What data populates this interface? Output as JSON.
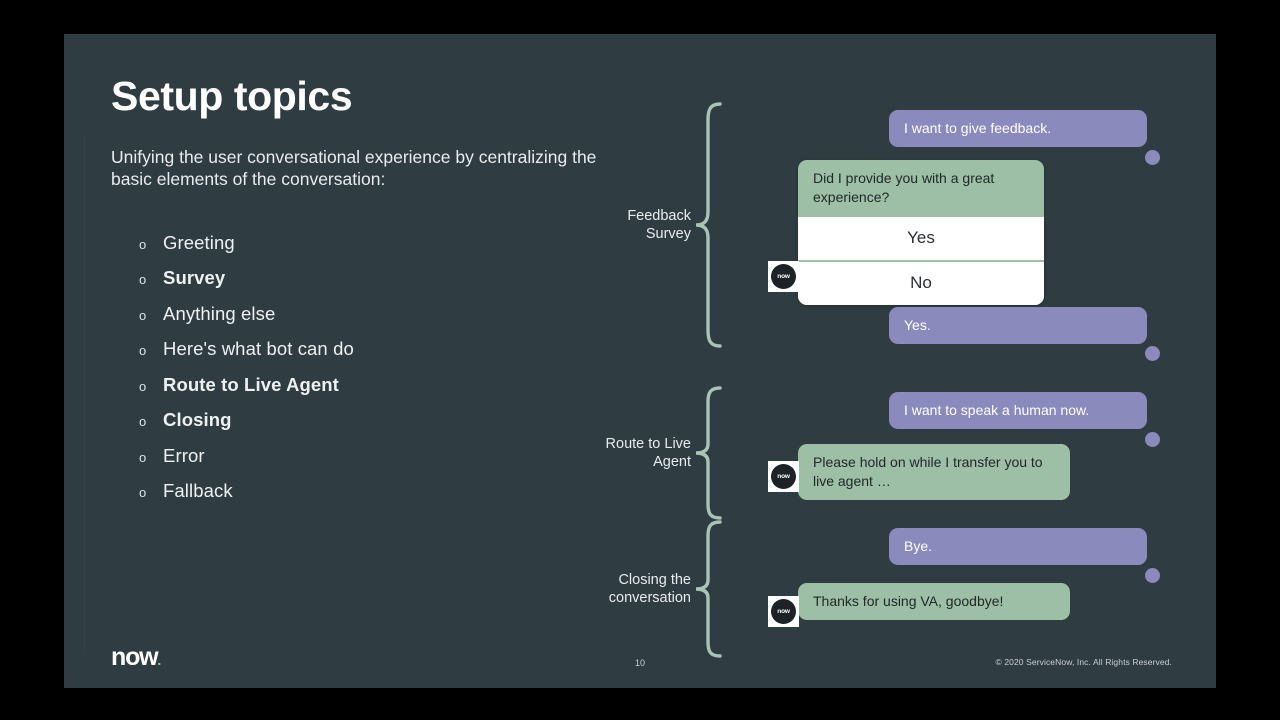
{
  "slide": {
    "title": "Setup topics",
    "subtitle": "Unifying the user conversational experience by centralizing the basic elements of the conversation:",
    "page_number": "10",
    "copyright": "© 2020 ServiceNow, Inc. All Rights Reserved.",
    "logo_text": "now",
    "logo_dot": ".",
    "background_color": "#2f3c42",
    "bullet_marker": "o"
  },
  "topics": [
    {
      "label": "Greeting",
      "bold": false
    },
    {
      "label": "Survey",
      "bold": true
    },
    {
      "label": "Anything else",
      "bold": false
    },
    {
      "label": "Here's what bot can do",
      "bold": false
    },
    {
      "label": "Route to Live Agent",
      "bold": true
    },
    {
      "label": "Closing",
      "bold": true
    },
    {
      "label": "Error",
      "bold": false
    },
    {
      "label": "Fallback",
      "bold": false
    }
  ],
  "groups": [
    {
      "label": "Feedback\nSurvey"
    },
    {
      "label": "Route to Live\nAgent"
    },
    {
      "label": "Closing the\nconversation"
    }
  ],
  "chat": {
    "user_bubble_color": "#8a8abd",
    "bot_bubble_color": "#9cbfa5",
    "avatar_label": "now",
    "messages": [
      {
        "sender": "user",
        "text": "I want to give feedback."
      },
      {
        "sender": "user",
        "text": "Yes."
      },
      {
        "sender": "user",
        "text": "I want to speak a human now."
      },
      {
        "sender": "bot",
        "text": "Please hold on while I transfer you to live agent …"
      },
      {
        "sender": "user",
        "text": "Bye."
      },
      {
        "sender": "bot",
        "text": "Thanks for using VA, goodbye!"
      }
    ]
  },
  "survey": {
    "question": "Did I provide you with a great experience?",
    "options": [
      "Yes",
      "No"
    ]
  }
}
